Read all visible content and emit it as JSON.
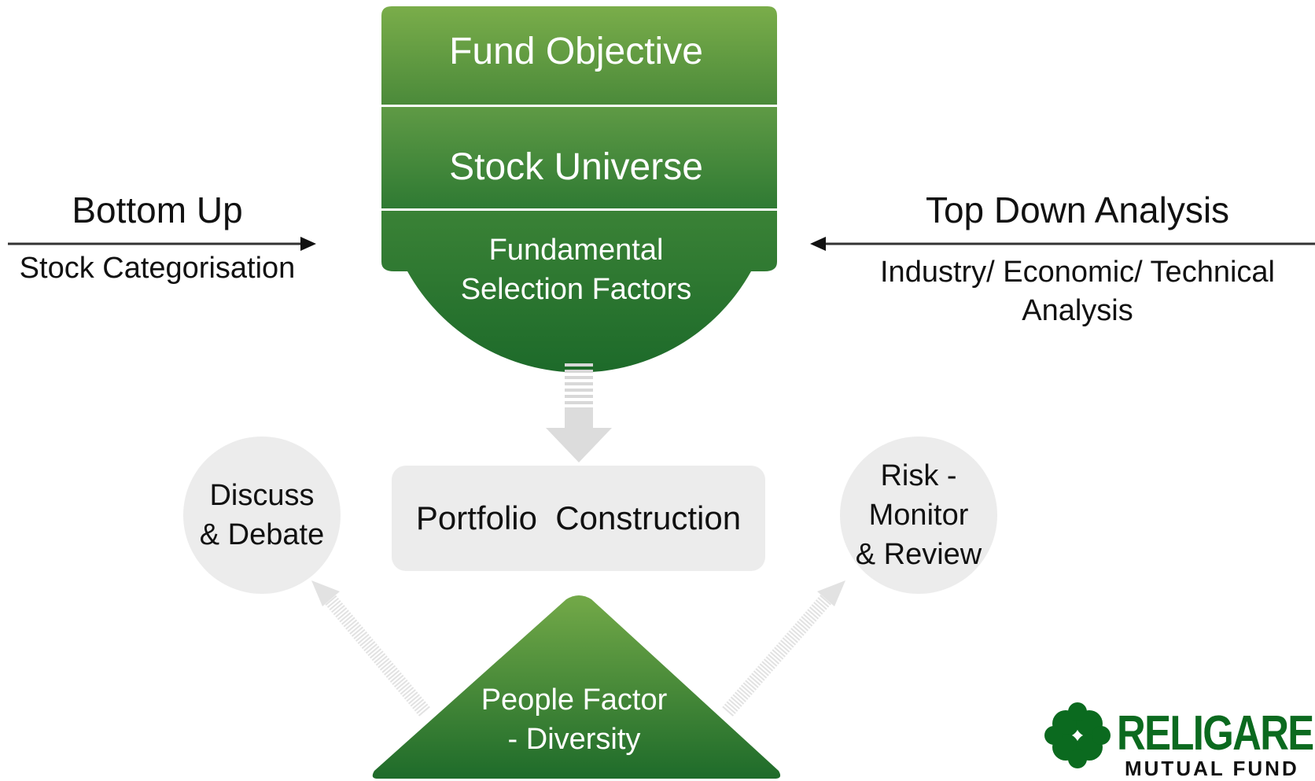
{
  "funnel": {
    "fund_objective": "Fund Objective",
    "stock_universe": "Stock Universe",
    "fundamental_line1": "Fundamental",
    "fundamental_line2": "Selection Factors"
  },
  "left": {
    "title": "Bottom Up",
    "subtitle": "Stock Categorisation"
  },
  "right": {
    "title": "Top Down Analysis",
    "subtitle_line1": "Industry/ Economic/ Technical",
    "subtitle_line2": "Analysis"
  },
  "center": {
    "portfolio": "Portfolio  Construction"
  },
  "circles": {
    "left_line1": "Discuss",
    "left_line2": "& Debate",
    "right_line1": "Risk -",
    "right_line2": "Monitor",
    "right_line3": "& Review"
  },
  "people": {
    "line1": "People Factor",
    "line2": "- Diversity"
  },
  "logo": {
    "word": "RELIGARE",
    "sub": "MUTUAL FUND"
  },
  "colors": {
    "green_light": "#7aad4a",
    "green_dark": "#1e6b2a",
    "grey_shape": "#ececec",
    "logo_green": "#0b6a1f"
  }
}
